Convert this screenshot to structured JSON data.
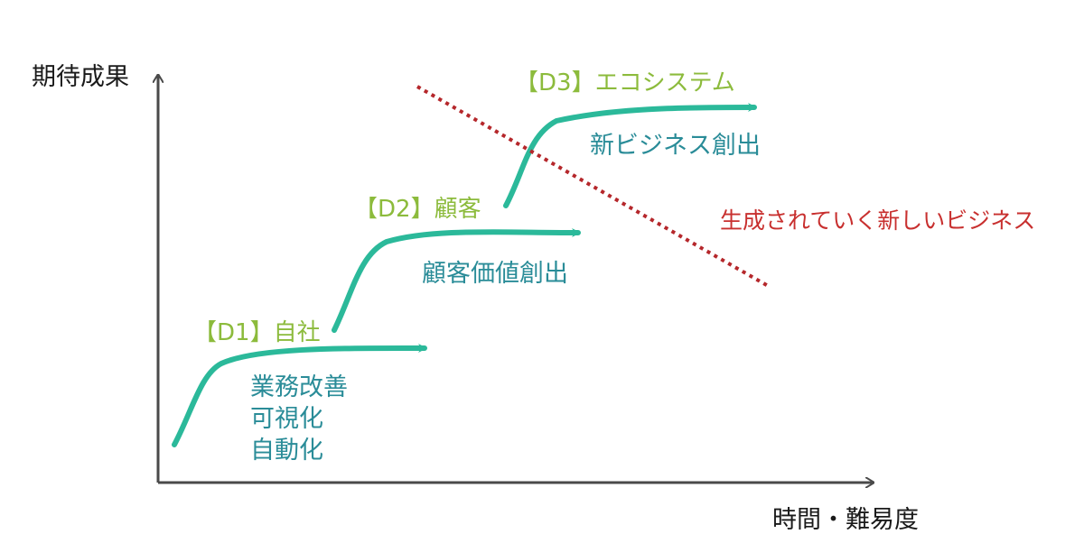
{
  "axes": {
    "y_label": "期待成果",
    "x_label": "時間・難易度"
  },
  "stages": [
    {
      "id": "d1",
      "label": "【D1】自社",
      "description": [
        "業務改善",
        "可視化",
        "自動化"
      ]
    },
    {
      "id": "d2",
      "label": "【D2】顧客",
      "description": [
        "顧客価値創出"
      ]
    },
    {
      "id": "d3",
      "label": "【D3】エコシステム",
      "description": [
        "新ビジネス創出"
      ]
    }
  ],
  "annotation": {
    "text": "生成されていく新しいビジネス"
  },
  "colors": {
    "curve": "#2bb99a",
    "stage_label": "#8cbb3c",
    "description": "#2a8c98",
    "divider": "#b5272b",
    "annotation": "#c8302f",
    "axis": "#4a4a4a",
    "axis_text": "#1a1a1a"
  }
}
